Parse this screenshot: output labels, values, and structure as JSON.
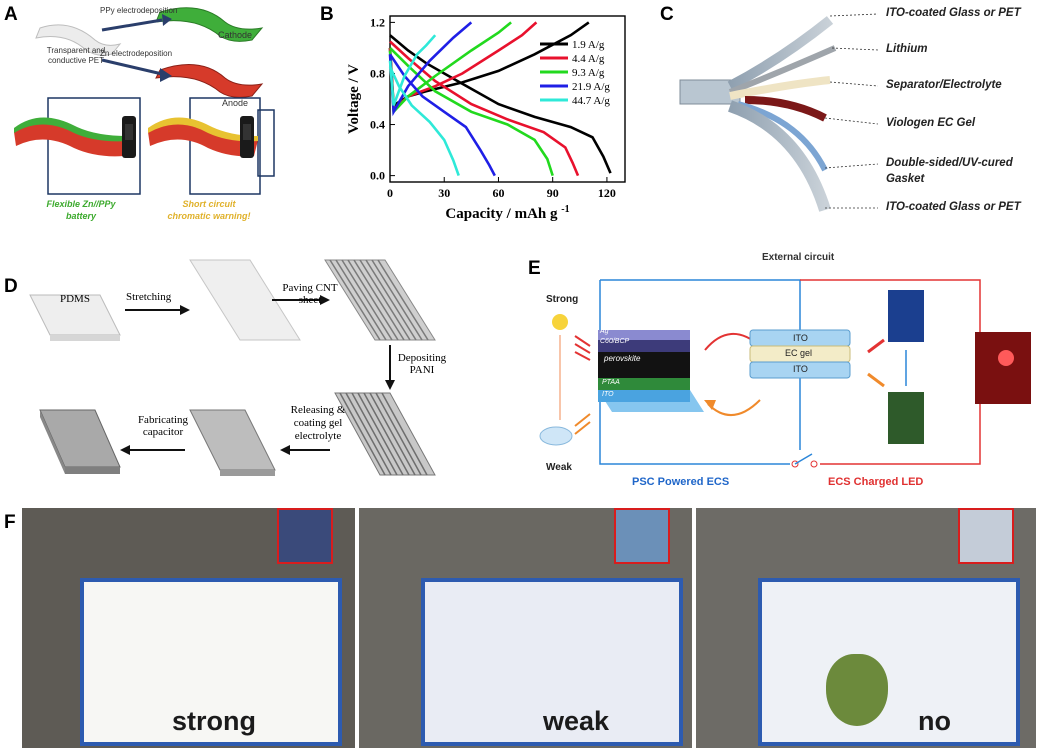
{
  "panel_a": {
    "letter": "A",
    "substrate_label": "Transparent and conductive PET",
    "ppy_step": "PPy electrodeposition",
    "zn_step": "Zn electrodeposition",
    "cathode": "Cathode",
    "anode": "Anode",
    "caption_battery": "Flexible Zn//PPy battery",
    "caption_warning": "Short circuit chromatic warning!",
    "colors": {
      "cathode": "#3fae3a",
      "anode": "#d63a2a",
      "warning": "#e8c231",
      "caption_green": "#3caa2d",
      "caption_yellow": "#e0b12a"
    }
  },
  "panel_b": {
    "letter": "B",
    "chart_data": {
      "type": "line",
      "xlabel": "Capacity / mAh g",
      "xlabel_sup": "-1",
      "ylabel": "Voltage / V",
      "xlim": [
        0,
        130
      ],
      "ylim": [
        -0.05,
        1.25
      ],
      "xticks": [
        0,
        30,
        60,
        90,
        120
      ],
      "yticks": [
        0.0,
        0.4,
        0.8,
        1.2
      ],
      "ytick_labels": [
        "0.0",
        "0.4",
        "0.8",
        "1.2"
      ],
      "legend_position": "top-right",
      "series": [
        {
          "name": "1.9 A/g",
          "color": "#000000",
          "charge": [
            [
              0,
              1.0
            ],
            [
              2,
              0.55
            ],
            [
              10,
              0.62
            ],
            [
              20,
              0.66
            ],
            [
              40,
              0.73
            ],
            [
              60,
              0.82
            ],
            [
              80,
              0.95
            ],
            [
              100,
              1.1
            ],
            [
              110,
              1.2
            ]
          ],
          "discharge": [
            [
              0,
              1.1
            ],
            [
              10,
              0.98
            ],
            [
              20,
              0.88
            ],
            [
              40,
              0.72
            ],
            [
              60,
              0.56
            ],
            [
              80,
              0.46
            ],
            [
              100,
              0.38
            ],
            [
              112,
              0.3
            ],
            [
              118,
              0.15
            ],
            [
              122,
              0.02
            ]
          ]
        },
        {
          "name": "4.4 A/g",
          "color": "#e8112d",
          "charge": [
            [
              0,
              1.0
            ],
            [
              2,
              0.52
            ],
            [
              10,
              0.62
            ],
            [
              25,
              0.7
            ],
            [
              40,
              0.8
            ],
            [
              60,
              0.98
            ],
            [
              73,
              1.1
            ],
            [
              81,
              1.2
            ]
          ],
          "discharge": [
            [
              0,
              1.05
            ],
            [
              10,
              0.92
            ],
            [
              25,
              0.74
            ],
            [
              45,
              0.56
            ],
            [
              65,
              0.44
            ],
            [
              85,
              0.34
            ],
            [
              97,
              0.22
            ],
            [
              101,
              0.1
            ],
            [
              104,
              0.0
            ]
          ]
        },
        {
          "name": "9.3 A/g",
          "color": "#22d91e",
          "charge": [
            [
              0,
              0.98
            ],
            [
              2,
              0.5
            ],
            [
              10,
              0.62
            ],
            [
              25,
              0.78
            ],
            [
              45,
              0.98
            ],
            [
              60,
              1.12
            ],
            [
              67,
              1.2
            ]
          ],
          "discharge": [
            [
              0,
              1.0
            ],
            [
              10,
              0.86
            ],
            [
              25,
              0.66
            ],
            [
              45,
              0.5
            ],
            [
              65,
              0.4
            ],
            [
              80,
              0.28
            ],
            [
              87,
              0.13
            ],
            [
              90,
              0.0
            ]
          ]
        },
        {
          "name": "21.9 A/g",
          "color": "#1f1fe6",
          "charge": [
            [
              0,
              0.95
            ],
            [
              2,
              0.5
            ],
            [
              10,
              0.7
            ],
            [
              22,
              0.9
            ],
            [
              35,
              1.08
            ],
            [
              45,
              1.2
            ]
          ],
          "discharge": [
            [
              0,
              0.95
            ],
            [
              8,
              0.78
            ],
            [
              18,
              0.62
            ],
            [
              30,
              0.5
            ],
            [
              42,
              0.38
            ],
            [
              50,
              0.2
            ],
            [
              55,
              0.08
            ],
            [
              58,
              0.0
            ]
          ]
        },
        {
          "name": "44.7 A/g",
          "color": "#2ee9d8",
          "charge": [
            [
              0,
              0.9
            ],
            [
              2,
              0.55
            ],
            [
              8,
              0.78
            ],
            [
              15,
              0.95
            ],
            [
              20,
              1.02
            ],
            [
              25,
              1.1
            ]
          ],
          "discharge": [
            [
              0,
              0.85
            ],
            [
              5,
              0.7
            ],
            [
              12,
              0.55
            ],
            [
              22,
              0.42
            ],
            [
              30,
              0.28
            ],
            [
              35,
              0.12
            ],
            [
              38,
              0.0
            ]
          ]
        }
      ]
    }
  },
  "panel_c": {
    "letter": "C",
    "layers": [
      "ITO-coated Glass or PET",
      "Lithium",
      "Separator/Electrolyte",
      "Viologen EC Gel",
      "Double-sided/UV-cured Gasket",
      "ITO-coated Glass or PET"
    ]
  },
  "panel_d": {
    "letter": "D",
    "pdms": "PDMS",
    "stretching": "Stretching",
    "paving": "Paving CNT sheet",
    "depositing": "Depositing PANI",
    "releasing": "Releasing & coating gel electrolyte",
    "fabricating": "Fabricating capacitor"
  },
  "panel_e": {
    "letter": "E",
    "external_circuit": "External circuit",
    "strong": "Strong",
    "weak": "Weak",
    "layers": [
      "Ag",
      "C60/BCP",
      "perovskite",
      "PTAA",
      "ITO"
    ],
    "ecs_layers": [
      "ITO",
      "EC gel",
      "ITO"
    ],
    "psc_label": "PSC Powered ECS",
    "ecs_label": "ECS Charged LED",
    "colors": {
      "blue": "#2b86d9",
      "red": "#e33333",
      "psc_label": "#1f66c9",
      "ecs_label": "#e03030"
    }
  },
  "panel_f": {
    "letter": "F",
    "words": [
      "strong",
      "weak",
      "no"
    ]
  }
}
